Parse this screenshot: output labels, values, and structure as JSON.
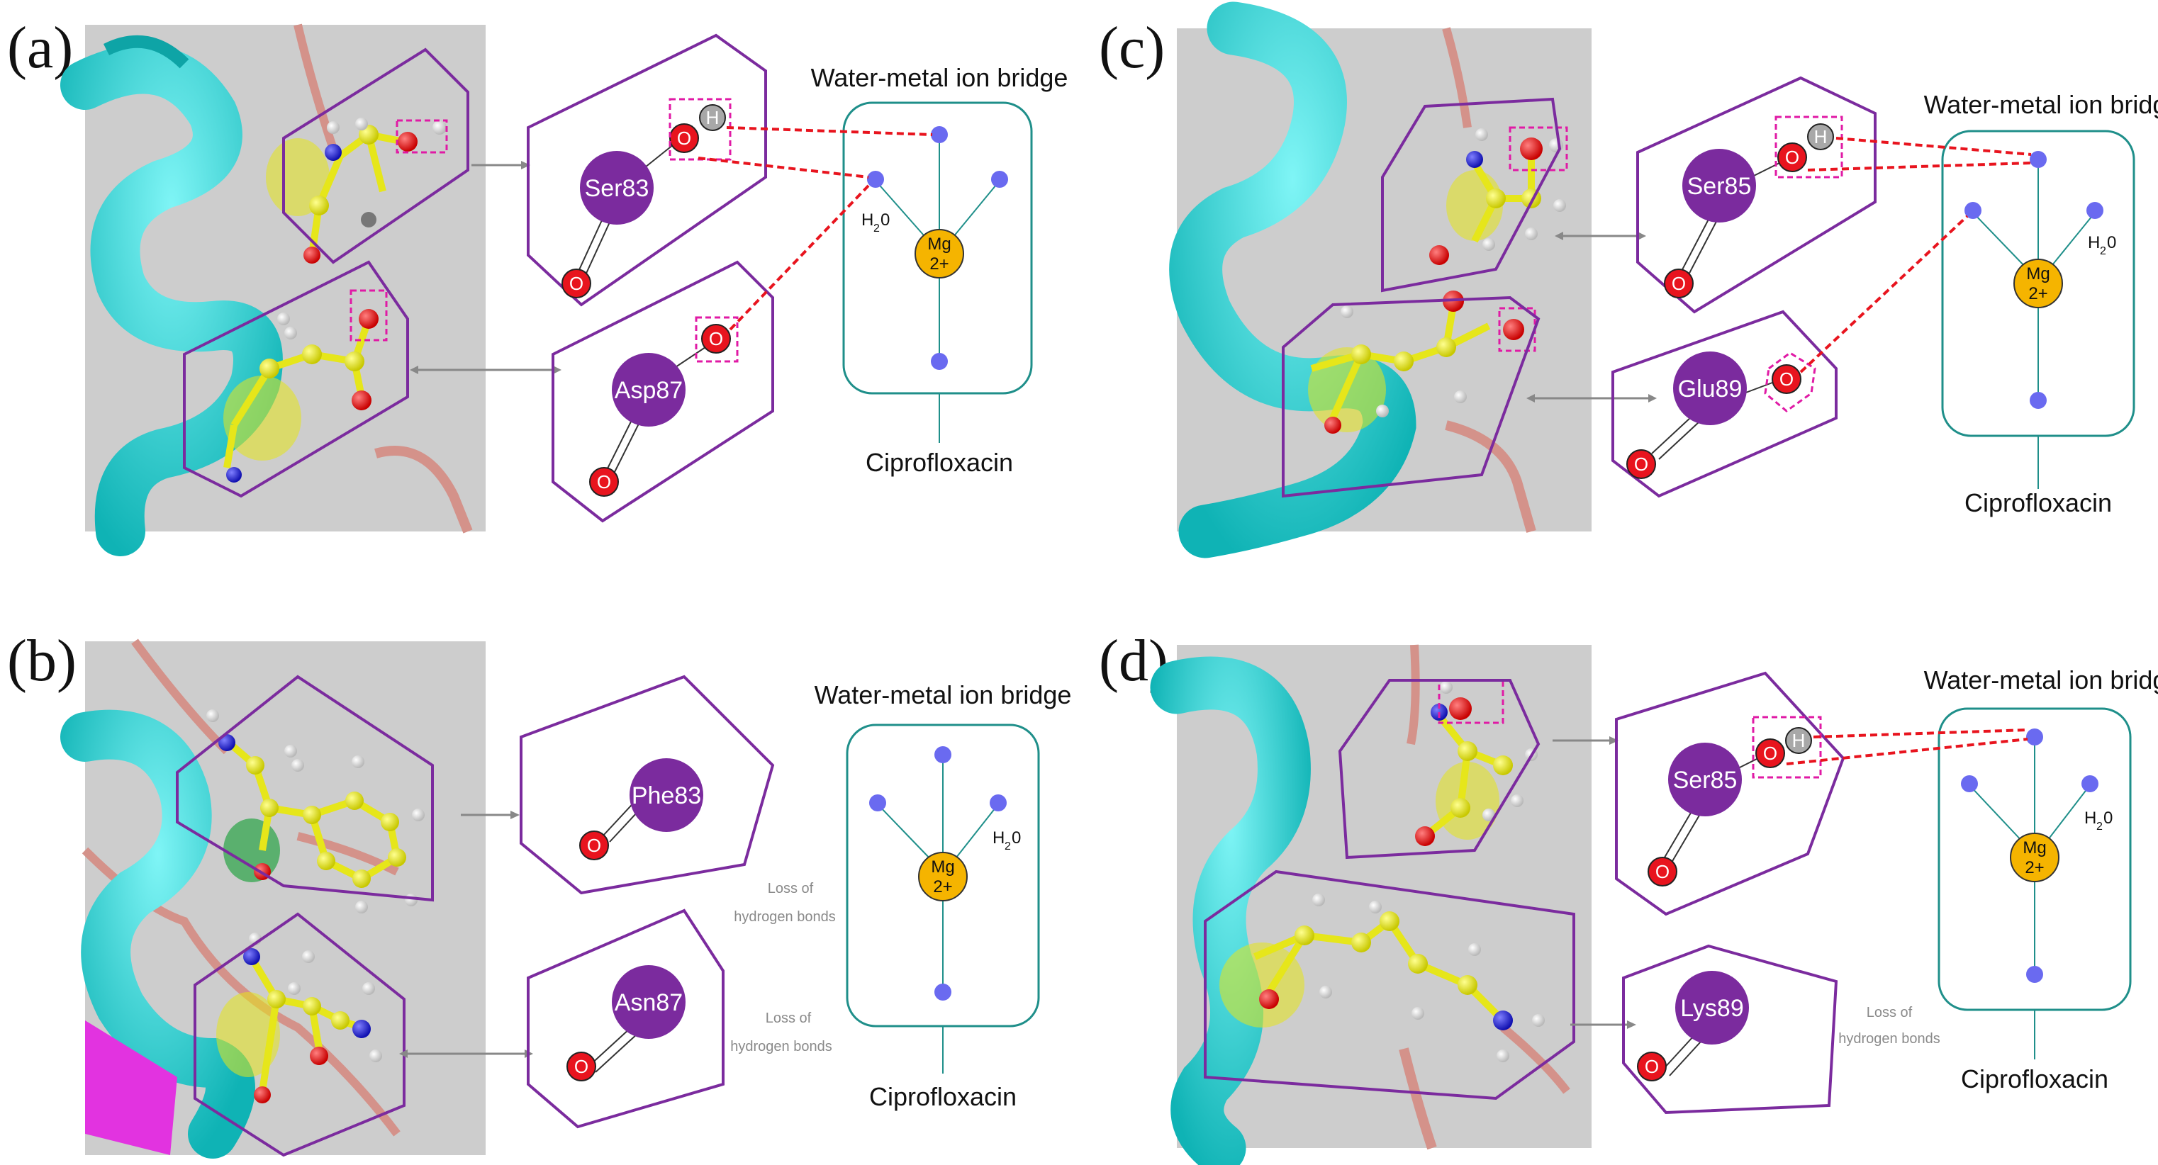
{
  "panels": {
    "a": {
      "label": "(a)",
      "bridge_title": "Water-metal ion bridge",
      "drug": "Ciprofloxacin",
      "mg_line1": "Mg",
      "mg_line2": "2+",
      "water": "H",
      "water_sub": "2",
      "water_tail": "0",
      "res1": "Ser83",
      "res2": "Asp87",
      "atom_o": "O",
      "atom_h": "H"
    },
    "b": {
      "label": "(b)",
      "bridge_title": "Water-metal ion bridge",
      "drug": "Ciprofloxacin",
      "mg_line1": "Mg",
      "mg_line2": "2+",
      "water": "H",
      "water_sub": "2",
      "water_tail": "0",
      "res1": "Phe83",
      "res2": "Asn87",
      "atom_o": "O",
      "loss_line1": "Loss of",
      "loss_line2": "hydrogen bonds"
    },
    "c": {
      "label": "(c)",
      "bridge_title": "Water-metal ion bridge",
      "drug": "Ciprofloxacin",
      "mg_line1": "Mg",
      "mg_line2": "2+",
      "water": "H",
      "water_sub": "2",
      "water_tail": "0",
      "res1": "Ser85",
      "res2": "Glu89",
      "atom_o": "O",
      "atom_h": "H"
    },
    "d": {
      "label": "(d)",
      "bridge_title": "Water-metal ion bridge",
      "drug": "Ciprofloxacin",
      "mg_line1": "Mg",
      "mg_line2": "2+",
      "water": "H",
      "water_sub": "2",
      "water_tail": "0",
      "res1": "Ser85",
      "res2": "Lys89",
      "atom_o": "O",
      "atom_h": "H",
      "loss_line1": "Loss of",
      "loss_line2": "hydrogen bonds"
    }
  },
  "colors": {
    "residue_purple": "#7b2b9e",
    "oxygen_red": "#e8141e",
    "hydrogen_gray": "#a8a8a8",
    "magnesium_orange": "#f5b400",
    "node_blue": "#6a6af0",
    "bridge_teal": "#1f8f8a",
    "hbond_red": "#e8141e",
    "highlight_magenta": "#e01aa5",
    "helix_cyan": "#17d4d6",
    "coil_pink": "#d4928a",
    "bg_gray": "#cdcdcd",
    "carbon_yellow": "#e6e61a",
    "nitrogen_blue": "#2430e0"
  }
}
